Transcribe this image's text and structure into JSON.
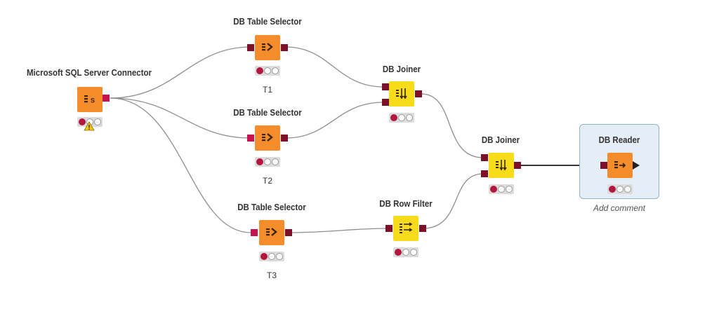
{
  "colors": {
    "executor_orange": "#f58d2d",
    "manipulator_yellow": "#f8dc1b",
    "db_port": "#7b1026",
    "connection_port": "#c6124f",
    "selection_bg": "#e5eef6",
    "selection_border": "#8fb3d0"
  },
  "nodes": {
    "sql_connector": {
      "title": "Microsoft SQL Server Connector",
      "icon": "database-connector-icon",
      "status": [
        "red",
        "off",
        "off"
      ],
      "warning": "warning-icon"
    },
    "table_selector_1": {
      "title": "DB Table Selector",
      "label": "T1",
      "icon": "db-table-selector-icon",
      "status": [
        "red",
        "off",
        "off"
      ]
    },
    "table_selector_2": {
      "title": "DB Table Selector",
      "label": "T2",
      "icon": "db-table-selector-icon",
      "status": [
        "red",
        "off",
        "off"
      ]
    },
    "table_selector_3": {
      "title": "DB Table Selector",
      "label": "T3",
      "icon": "db-table-selector-icon",
      "status": [
        "red",
        "off",
        "off"
      ]
    },
    "joiner_1": {
      "title": "DB Joiner",
      "icon": "db-joiner-icon",
      "status": [
        "red",
        "off",
        "off"
      ]
    },
    "joiner_2": {
      "title": "DB Joiner",
      "icon": "db-joiner-icon",
      "status": [
        "red",
        "off",
        "off"
      ]
    },
    "row_filter": {
      "title": "DB Row Filter",
      "icon": "db-row-filter-icon",
      "status": [
        "red",
        "off",
        "off"
      ]
    },
    "reader": {
      "title": "DB Reader",
      "icon": "db-reader-icon",
      "status": [
        "red",
        "off",
        "off"
      ],
      "comment": "Add comment",
      "selected": true
    }
  }
}
